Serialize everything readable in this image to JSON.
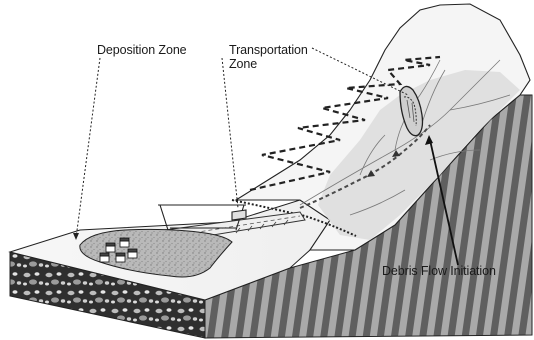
{
  "labels": {
    "deposition_zone": "Deposition Zone",
    "transportation_zone_line1": "Transportation",
    "transportation_zone_line2": "Zone",
    "debris_flow_initiation": "Debris Flow Initiation"
  },
  "colors": {
    "hillside_fill": "#f4f4f4",
    "source_area_fill": "#dcdcdc",
    "cliff_stripe_dark": "#6e6e6e",
    "cliff_stripe_light": "#a8a8a8",
    "fan_fill": "#b4b4b4",
    "soil_block_fill": "#3a3a3a",
    "line_color": "#222222"
  }
}
